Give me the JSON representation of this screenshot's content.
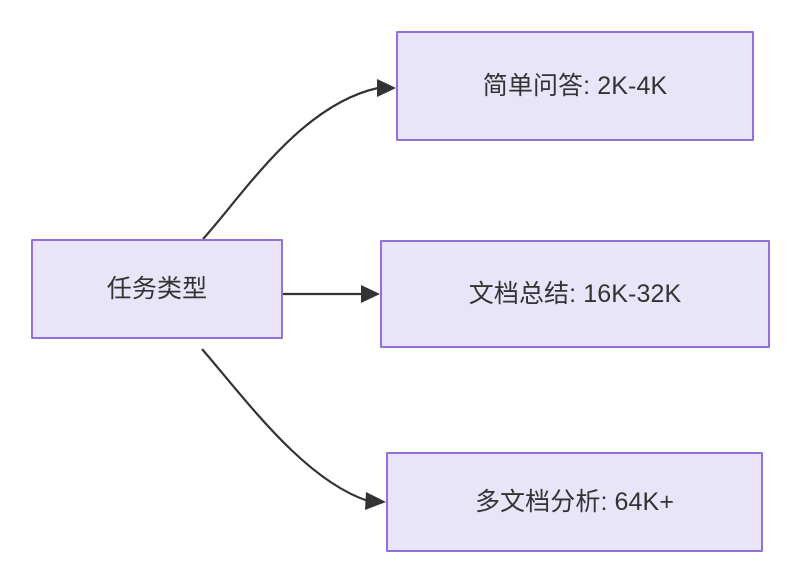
{
  "diagram": {
    "type": "flowchart",
    "direction": "left-to-right",
    "background_color": "#ffffff",
    "node_fill_color": "#e9e5f9",
    "node_border_color": "#9370db",
    "text_color": "#333333",
    "edge_color": "#333333",
    "nodes": [
      {
        "id": "task-type",
        "label": "任务类型",
        "role": "root"
      },
      {
        "id": "simple-qa",
        "label": "简单问答: 2K-4K",
        "role": "leaf"
      },
      {
        "id": "doc-summary",
        "label": "文档总结: 16K-32K",
        "role": "leaf"
      },
      {
        "id": "multi-doc",
        "label": "多文档分析: 64K+",
        "role": "leaf"
      }
    ],
    "edges": [
      {
        "id": "edge-task-to-simple-qa",
        "from": "task-type",
        "to": "simple-qa",
        "label": "",
        "style": "curved-up-arrow"
      },
      {
        "id": "edge-task-to-doc-summary",
        "from": "task-type",
        "to": "doc-summary",
        "label": "",
        "style": "straight-arrow"
      },
      {
        "id": "edge-task-to-multi-doc",
        "from": "task-type",
        "to": "multi-doc",
        "label": "",
        "style": "curved-down-arrow"
      }
    ]
  }
}
